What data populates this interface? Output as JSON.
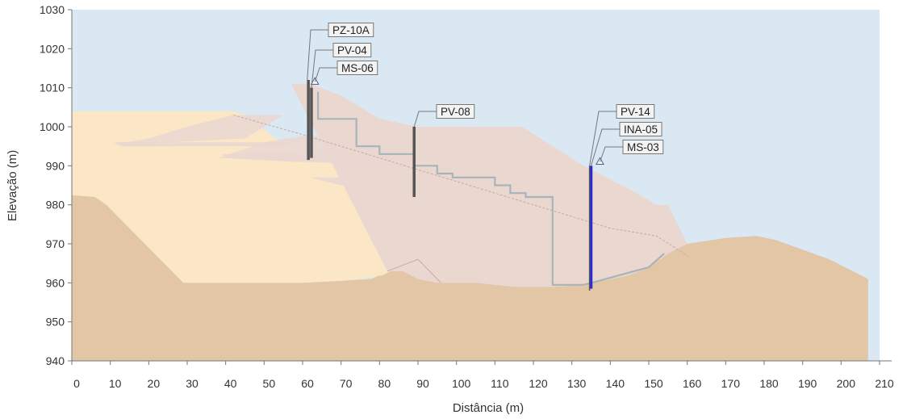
{
  "figure": {
    "xlabel": "Distância (m)",
    "ylabel": "Elevação (m)",
    "x_ticks": [
      "0",
      "10",
      "20",
      "30",
      "40",
      "50",
      "60",
      "70",
      "80",
      "90",
      "100",
      "110",
      "120",
      "130",
      "140",
      "150",
      "160",
      "170",
      "180",
      "190",
      "200",
      "210"
    ],
    "y_ticks": [
      "940",
      "950",
      "960",
      "970",
      "980",
      "990",
      "1000",
      "1010",
      "1020",
      "1030"
    ],
    "xlim": [
      0,
      210
    ],
    "ylim": [
      940,
      1030
    ],
    "colors": {
      "sky": "#d9e8f2",
      "foundation": "#e2c6a6",
      "tailings": "#fbe7c6",
      "dam_body": "#ead7d0",
      "instrument": "#555555",
      "instrument_highlight": "#2a2ad8",
      "phreatic_line": "#a9b4b9"
    }
  },
  "instruments": [
    {
      "name": "PZ-10A",
      "x": 61.5,
      "top": 1012,
      "bottom": 992
    },
    {
      "name": "PV-04",
      "x": 61.5,
      "top": 1012,
      "bottom": 992
    },
    {
      "name": "MS-06",
      "x": 63,
      "top": 1012,
      "bottom": 1012
    },
    {
      "name": "PV-08",
      "x": 89,
      "top": 1000,
      "bottom": 982
    },
    {
      "name": "PV-14",
      "x": 135,
      "top": 990,
      "bottom": 958
    },
    {
      "name": "INA-05",
      "x": 135,
      "top": 990,
      "bottom": 958
    },
    {
      "name": "MS-03",
      "x": 137,
      "top": 991,
      "bottom": 991
    }
  ],
  "chart_data": {
    "type": "area",
    "xlabel": "Distância (m)",
    "ylabel": "Elevação (m)",
    "xlim": [
      0,
      210
    ],
    "ylim": [
      940,
      1030
    ],
    "series": [
      {
        "name": "",
        "role": "foundation",
        "x": [
          0,
          6,
          9,
          15,
          22,
          29,
          40,
          50,
          60,
          70,
          78,
          82,
          86,
          90,
          95,
          105,
          115,
          125,
          132,
          138,
          145,
          150,
          155,
          160,
          170,
          178,
          183,
          190,
          197,
          207
        ],
        "y": [
          982.5,
          982,
          980,
          974,
          967,
          960,
          960,
          960,
          960,
          960.5,
          961,
          963,
          963,
          961,
          960,
          960,
          959,
          959,
          959.5,
          960.5,
          962,
          964,
          967.5,
          970,
          971.5,
          972,
          971,
          968.5,
          966,
          961
        ]
      },
      {
        "name": "",
        "role": "tailings",
        "x": [
          0,
          0,
          42,
          45,
          53,
          55,
          57,
          60,
          70,
          75,
          90,
          110,
          120,
          118,
          110,
          100,
          90,
          81,
          75,
          70,
          60,
          50,
          40,
          30,
          29,
          22,
          15,
          9,
          6,
          0
        ],
        "y": [
          982.5,
          1004,
          1004,
          1003,
          997,
          996,
          995.5,
          994,
          990,
          988,
          986,
          984,
          983,
          982,
          978,
          972,
          967,
          962,
          961,
          960.5,
          960,
          960,
          960,
          960,
          960,
          967,
          974,
          980,
          982,
          982.5
        ]
      },
      {
        "name": "",
        "role": "dam_body",
        "x": [
          57,
          62,
          70,
          80,
          90,
          100,
          117,
          133,
          145,
          152,
          155,
          160,
          155,
          150,
          145,
          138,
          132,
          125,
          115,
          105,
          95,
          90,
          86,
          82
        ],
        "y": [
          1011,
          1011,
          1008,
          1002,
          1000,
          1000,
          1000,
          990,
          984,
          980,
          980,
          970,
          967.5,
          964,
          962,
          960.5,
          959.5,
          959,
          959,
          960,
          960,
          961,
          963,
          963
        ]
      }
    ],
    "annotations": [
      "PZ-10A",
      "PV-04",
      "MS-06",
      "PV-08",
      "PV-14",
      "INA-05",
      "MS-03"
    ]
  }
}
